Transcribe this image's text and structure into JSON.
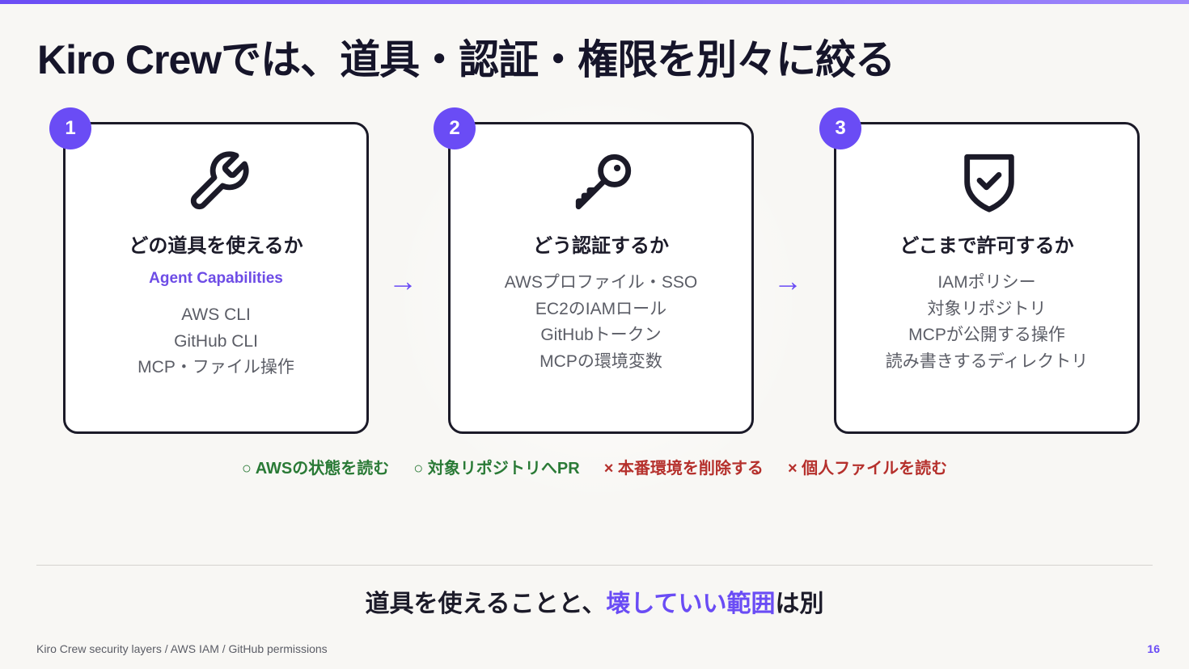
{
  "slide": {
    "title": "Kiro Crewでは、道具・認証・権限を別々に絞る",
    "accent_color": "#6a4cf5"
  },
  "cards": [
    {
      "number": "1",
      "icon": "wrench-icon",
      "heading": "どの道具を使えるか",
      "subtitle": "Agent Capabilities",
      "items": [
        "AWS CLI",
        "GitHub CLI",
        "MCP・ファイル操作"
      ]
    },
    {
      "number": "2",
      "icon": "key-icon",
      "heading": "どう認証するか",
      "items": [
        "AWSプロファイル・SSO",
        "EC2のIAMロール",
        "GitHubトークン",
        "MCPの環境変数"
      ]
    },
    {
      "number": "3",
      "icon": "shield-check-icon",
      "heading": "どこまで許可するか",
      "items": [
        "IAMポリシー",
        "対象リポジトリ",
        "MCPが公開する操作",
        "読み書きするディレクトリ"
      ]
    }
  ],
  "arrows": [
    "→",
    "→"
  ],
  "examples": [
    {
      "text": "○ AWSの状態を読む",
      "status": "allowed",
      "color": "#2a7a36"
    },
    {
      "text": "○ 対象リポジトリへPR",
      "status": "allowed",
      "color": "#2a7a36"
    },
    {
      "text": "× 本番環境を削除する",
      "status": "denied",
      "color": "#b5302c"
    },
    {
      "text": "× 個人ファイルを読む",
      "status": "denied",
      "color": "#b5302c"
    }
  ],
  "conclusion": {
    "before": "道具を使えることと、",
    "highlight": "壊していい範囲",
    "after": "は別"
  },
  "footer": {
    "source": "Kiro Crew security layers / AWS IAM / GitHub permissions",
    "page_number": "16"
  }
}
